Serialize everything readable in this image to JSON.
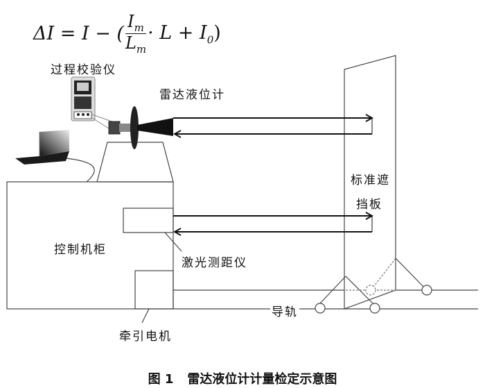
{
  "formula": {
    "lhs": "ΔI",
    "eq": " = I − (",
    "num": "I",
    "num_sub": "m",
    "den": "L",
    "den_sub": "m",
    "rest": "· L + I",
    "rest_sub": "0",
    "close": ")"
  },
  "labels": {
    "calibrator": "过程校验仪",
    "radar": "雷达液位计",
    "board_line1": "标准遮",
    "board_line2": "挡板",
    "cabinet": "控制机柜",
    "laser": "激光测距仪",
    "rail": "导轨",
    "motor": "牵引电机"
  },
  "caption": {
    "number": "图 1",
    "title": "雷达液位计计量检定示意图"
  }
}
